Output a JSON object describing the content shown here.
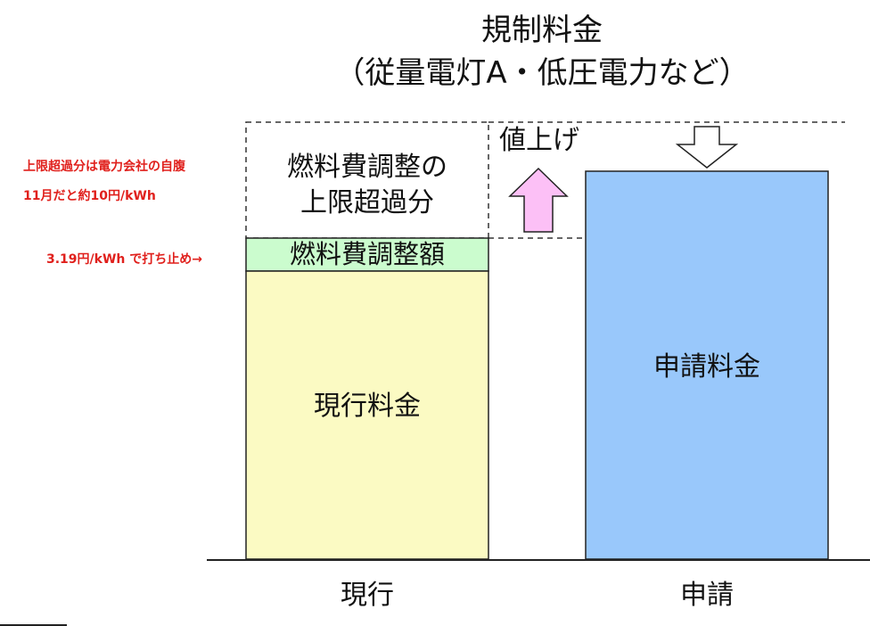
{
  "title": {
    "line1": "規制料金",
    "line2": "（従量電灯A・低圧電力など）"
  },
  "notes": {
    "excess_burden": "上限超過分は電力会社の自腹",
    "nov_estimate": "11月だと約10円/kWh",
    "cap_note": "3.19円/kWh で打ち止め→"
  },
  "segments": {
    "excess_line1": "燃料費調整の",
    "excess_line2": "上限超過分",
    "fuel_adjustment": "燃料費調整額",
    "current_rate": "現行料金",
    "requested_rate": "申請料金"
  },
  "arrows": {
    "increase_label": "値上げ"
  },
  "axis": {
    "current": "現行",
    "requested": "申請"
  },
  "colors": {
    "current_fill": "#fbfac3",
    "fuel_fill": "#cbfcce",
    "requested_fill": "#99c8fb",
    "up_arrow_fill": "#fcc0f6",
    "note_red": "#e0201c"
  }
}
